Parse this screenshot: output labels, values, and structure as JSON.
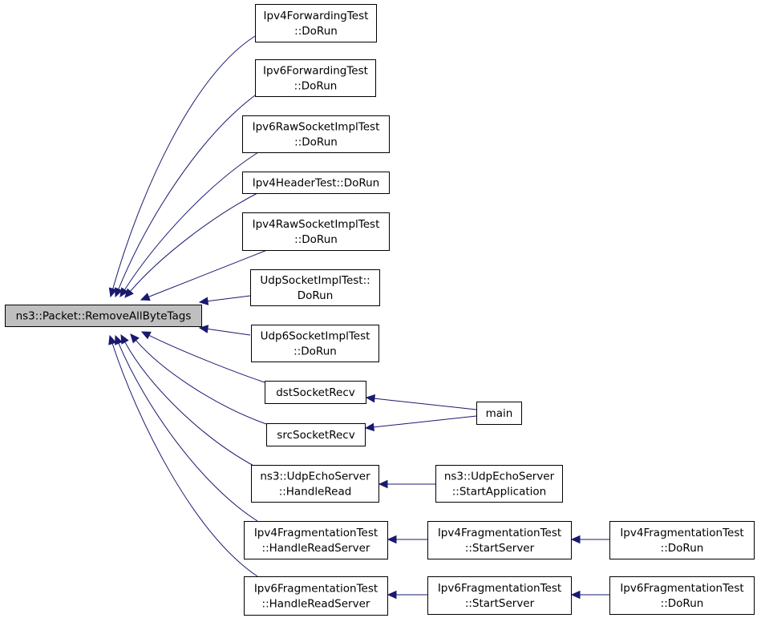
{
  "graph": {
    "root": {
      "lines": [
        "ns3::Packet::RemoveAllByteTags"
      ]
    },
    "nodes": {
      "ipv4fwd": {
        "lines": [
          "Ipv4ForwardingTest",
          "::DoRun"
        ]
      },
      "ipv6fwd": {
        "lines": [
          "Ipv6ForwardingTest",
          "::DoRun"
        ]
      },
      "ipv6raw": {
        "lines": [
          "Ipv6RawSocketImplTest",
          "::DoRun"
        ]
      },
      "ipv4hdr": {
        "lines": [
          "Ipv4HeaderTest::DoRun"
        ]
      },
      "ipv4raw": {
        "lines": [
          "Ipv4RawSocketImplTest",
          "::DoRun"
        ]
      },
      "udpsock": {
        "lines": [
          "UdpSocketImplTest::",
          "DoRun"
        ]
      },
      "udp6sock": {
        "lines": [
          "Udp6SocketImplTest",
          "::DoRun"
        ]
      },
      "dstrecv": {
        "lines": [
          "dstSocketRecv"
        ]
      },
      "srcrecv": {
        "lines": [
          "srcSocketRecv"
        ]
      },
      "main": {
        "lines": [
          "main"
        ]
      },
      "echoread": {
        "lines": [
          "ns3::UdpEchoServer",
          "::HandleRead"
        ]
      },
      "echostart": {
        "lines": [
          "ns3::UdpEchoServer",
          "::StartApplication"
        ]
      },
      "v4fragread": {
        "lines": [
          "Ipv4FragmentationTest",
          "::HandleReadServer"
        ]
      },
      "v4fragstart": {
        "lines": [
          "Ipv4FragmentationTest",
          "::StartServer"
        ]
      },
      "v4fragrun": {
        "lines": [
          "Ipv4FragmentationTest",
          "::DoRun"
        ]
      },
      "v6fragread": {
        "lines": [
          "Ipv6FragmentationTest",
          "::HandleReadServer"
        ]
      },
      "v6fragstart": {
        "lines": [
          "Ipv6FragmentationTest",
          "::StartServer"
        ]
      },
      "v6fragrun": {
        "lines": [
          "Ipv6FragmentationTest",
          "::DoRun"
        ]
      }
    },
    "edges": [
      {
        "from": "ipv4fwd",
        "to": "root"
      },
      {
        "from": "ipv6fwd",
        "to": "root"
      },
      {
        "from": "ipv6raw",
        "to": "root"
      },
      {
        "from": "ipv4hdr",
        "to": "root"
      },
      {
        "from": "ipv4raw",
        "to": "root"
      },
      {
        "from": "udpsock",
        "to": "root"
      },
      {
        "from": "udp6sock",
        "to": "root"
      },
      {
        "from": "dstrecv",
        "to": "root"
      },
      {
        "from": "srcrecv",
        "to": "root"
      },
      {
        "from": "echoread",
        "to": "root"
      },
      {
        "from": "v4fragread",
        "to": "root"
      },
      {
        "from": "v6fragread",
        "to": "root"
      },
      {
        "from": "main",
        "to": "dstrecv"
      },
      {
        "from": "main",
        "to": "srcrecv"
      },
      {
        "from": "echostart",
        "to": "echoread"
      },
      {
        "from": "v4fragstart",
        "to": "v4fragread"
      },
      {
        "from": "v4fragrun",
        "to": "v4fragstart"
      },
      {
        "from": "v6fragstart",
        "to": "v6fragread"
      },
      {
        "from": "v6fragrun",
        "to": "v6fragstart"
      }
    ],
    "colors": {
      "edge": "#191970",
      "root_fill": "#bfbfbf"
    }
  }
}
